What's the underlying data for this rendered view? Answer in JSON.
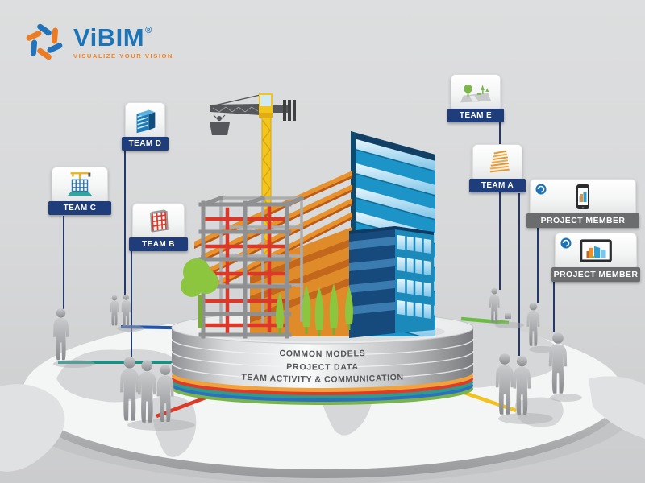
{
  "logo": {
    "text": "ViBIM",
    "registered": "®",
    "tagline": "VISUALIZE YOUR VISION",
    "brand_blue": "#1B74B8",
    "brand_orange": "#F58220"
  },
  "platform": {
    "rings": [
      {
        "label": "COMMON MODELS"
      },
      {
        "label": "PROJECT DATA"
      },
      {
        "label": "TEAM ACTIVITY & COMMUNICATION"
      }
    ],
    "edge_colors": [
      "#F0A23C",
      "#DE3B2B",
      "#2B9D8F",
      "#2E6FC0",
      "#77B54A"
    ]
  },
  "teams": [
    {
      "label": "TEAM A",
      "icon": "orange-floor-slabs-icon",
      "line_color": "#F3C21F"
    },
    {
      "label": "TEAM B",
      "icon": "steel-frame-icon",
      "line_color": "#DC3A28"
    },
    {
      "label": "TEAM C",
      "icon": "tower-crane-icon",
      "line_color": "#1F8D82"
    },
    {
      "label": "TEAM D",
      "icon": "blue-building-icon",
      "line_color": "#2254AE"
    },
    {
      "label": "TEAM E",
      "icon": "landscape-site-icon",
      "line_color": "#6CBB45"
    }
  ],
  "members": [
    {
      "label": "PROJECT MEMBER",
      "icon": "smartphone-icon"
    },
    {
      "label": "PROJECT MEMBER",
      "icon": "tablet-icon"
    }
  ],
  "colors": {
    "banner_navy": "#1F3D7A",
    "banner_gray": "#6A6C6E",
    "connector_navy": "#24386B"
  }
}
